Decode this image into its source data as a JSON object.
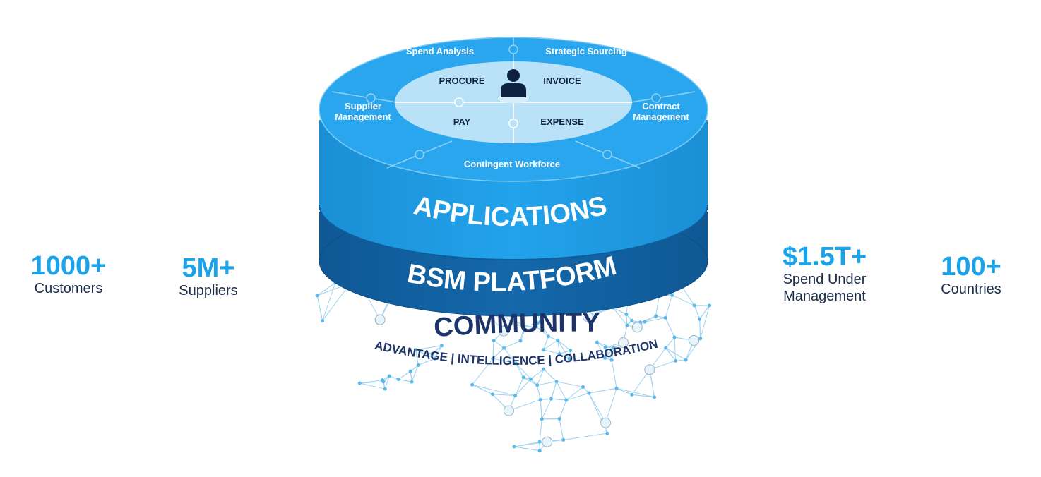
{
  "stats": [
    {
      "value": "1000+",
      "label": "Customers"
    },
    {
      "value": "5M+",
      "label": "Suppliers"
    },
    {
      "value": "$1.5T+",
      "label_line1": "Spend Under",
      "label_line2": "Management"
    },
    {
      "value": "100+",
      "label": "Countries"
    }
  ],
  "disk": {
    "outer_segments": {
      "spend_analysis": "Spend Analysis",
      "strategic_sourcing": "Strategic Sourcing",
      "supplier_management_line1": "Supplier",
      "supplier_management_line2": "Management",
      "contract_management_line1": "Contract",
      "contract_management_line2": "Management",
      "contingent_workforce": "Contingent Workforce"
    },
    "core": {
      "procure": "PROCURE",
      "invoice": "INVOICE",
      "pay": "PAY",
      "expense": "EXPENSE"
    },
    "applications": "APPLICATIONS",
    "platform": "BSM PLATFORM"
  },
  "community": {
    "title": "COMMUNITY",
    "pillars": [
      "ADVANTAGE",
      "INTELLIGENCE",
      "COLLABORATION"
    ]
  },
  "colors": {
    "accent": "#1aa3e8",
    "disk_top": "#2aa8ee",
    "disk_side": "#1f9ae0",
    "platform": "#135fa0",
    "core": "#b9e2f8",
    "navy": "#1c3468",
    "network": "#9fd3ef"
  }
}
